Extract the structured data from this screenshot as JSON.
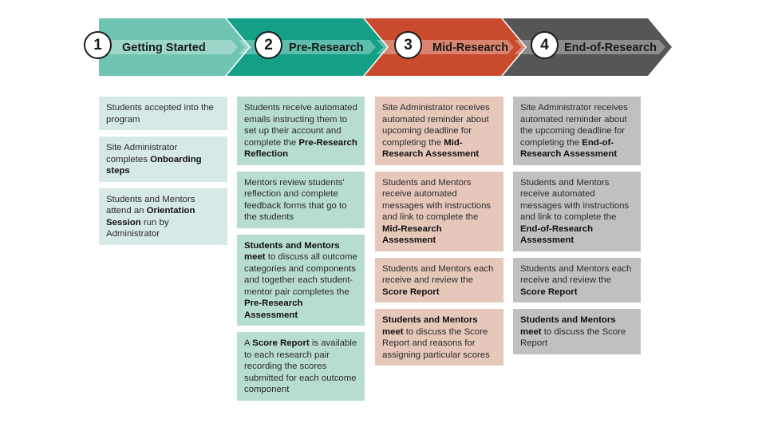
{
  "colors": {
    "stage1": "#6fc4b2",
    "stage2": "#13a087",
    "stage3": "#c94a2c",
    "stage4": "#565656",
    "band": "rgba(255,255,255,0.32)"
  },
  "stages": [
    {
      "number": "1",
      "title": "Getting Started",
      "cards": [
        [
          {
            "t": "Students accepted into the program"
          }
        ],
        [
          {
            "t": "Site Administrator completes "
          },
          {
            "t": "Onboarding steps",
            "b": true
          }
        ],
        [
          {
            "t": "Students and Mentors attend an "
          },
          {
            "t": "Orientation Session",
            "b": true
          },
          {
            "t": " run by Administrator"
          }
        ]
      ]
    },
    {
      "number": "2",
      "title": "Pre-Research",
      "cards": [
        [
          {
            "t": "Students receive automated emails instructing them to set up their account and complete the "
          },
          {
            "t": "Pre-Research Reflection",
            "b": true
          }
        ],
        [
          {
            "t": "Mentors review students' reflection and complete feedback forms that go to the students"
          }
        ],
        [
          {
            "t": "Students and Mentors meet",
            "b": true
          },
          {
            "t": " to discuss all outcome categories and components and together each student-mentor pair completes the "
          },
          {
            "t": "Pre-Research Assessment",
            "b": true
          }
        ],
        [
          {
            "t": "A "
          },
          {
            "t": "Score Report",
            "b": true
          },
          {
            "t": " is available to each research pair recording the scores submitted for each outcome component"
          }
        ]
      ]
    },
    {
      "number": "3",
      "title": "Mid-Research",
      "cards": [
        [
          {
            "t": "Site Administrator receives automated reminder about upcoming deadline for completing the "
          },
          {
            "t": "Mid-Research Assessment",
            "b": true
          }
        ],
        [
          {
            "t": "Students and Mentors receive automated messages with instructions and link to complete the "
          },
          {
            "t": "Mid-Research Assessment",
            "b": true
          }
        ],
        [
          {
            "t": "Students and Mentors each receive and review the "
          },
          {
            "t": "Score Report",
            "b": true
          }
        ],
        [
          {
            "t": "Students and Mentors meet",
            "b": true
          },
          {
            "t": " to discuss the Score Report and reasons for assigning particular scores"
          }
        ]
      ]
    },
    {
      "number": "4",
      "title": "End-of-Research",
      "cards": [
        [
          {
            "t": "Site Administrator receives automated reminder about the upcoming deadline for completing the "
          },
          {
            "t": "End-of-Research Assessment",
            "b": true
          }
        ],
        [
          {
            "t": "Students and Mentors receive automated messages with instructions and link to complete the "
          },
          {
            "t": "End-of-Research Assessment",
            "b": true
          }
        ],
        [
          {
            "t": "Students and Mentors each receive and review the "
          },
          {
            "t": "Score Report",
            "b": true
          }
        ],
        [
          {
            "t": "Students and Mentors meet",
            "b": true
          },
          {
            "t": " to discuss the Score Report"
          }
        ]
      ]
    }
  ]
}
